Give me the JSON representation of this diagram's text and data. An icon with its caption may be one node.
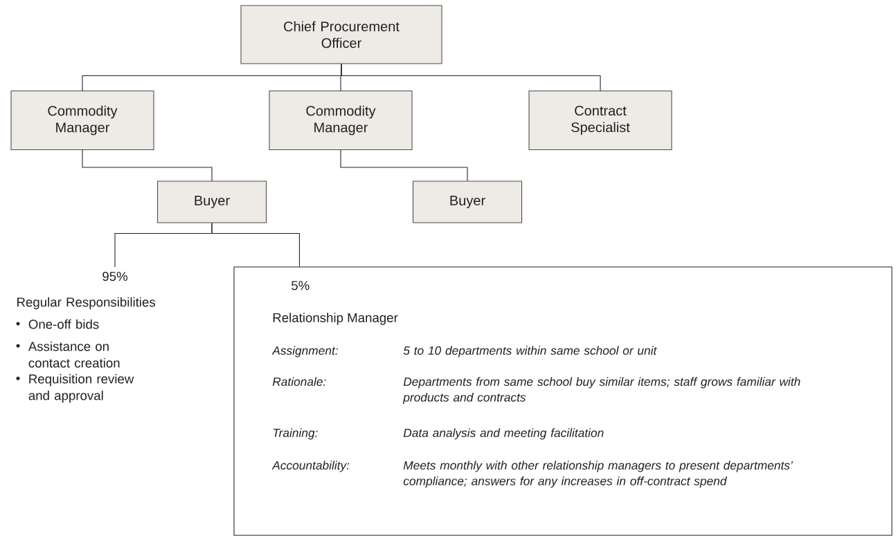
{
  "diagram": {
    "nodes": [
      {
        "text": [
          "Chief Procurement Officer"
        ]
      },
      {
        "text": [
          "Commodity Manager"
        ]
      },
      {
        "text": [
          "Commodity Manager"
        ]
      },
      {
        "text": [
          "Contract Specialist"
        ]
      },
      {
        "text": [
          "Buyer"
        ]
      },
      {
        "text": [
          "Buyer"
        ]
      },
      {
        "text": [
          "95%",
          "Regular Responsibilities",
          "One-off bids",
          "Assistance on contact creation",
          "Requisition review and approval"
        ]
      },
      {
        "text": [
          "5%",
          "Relationship Manager",
          "Assignment:",
          "5 to 10 departments within same school or unit",
          "Rationale:",
          "Departments from same school buy similar items; staff grows familiar with products and contracts",
          "Training:",
          "Data analysis and meeting facilitation",
          "Accountability:",
          "Meets monthly with other relationship managers to present departments’ compliance; answers for any increases in off-contract spend"
        ]
      }
    ],
    "edges": [
      {
        "from": 0,
        "to": 1,
        "arrow": "none"
      },
      {
        "from": 0,
        "to": 2,
        "arrow": "none"
      },
      {
        "from": 0,
        "to": 3,
        "arrow": "none"
      },
      {
        "from": 1,
        "to": 4,
        "arrow": "none"
      },
      {
        "from": 2,
        "to": 5,
        "arrow": "none"
      },
      {
        "from": 4,
        "to": 6,
        "arrow": "none"
      },
      {
        "from": 4,
        "to": 7,
        "arrow": "none"
      }
    ]
  }
}
